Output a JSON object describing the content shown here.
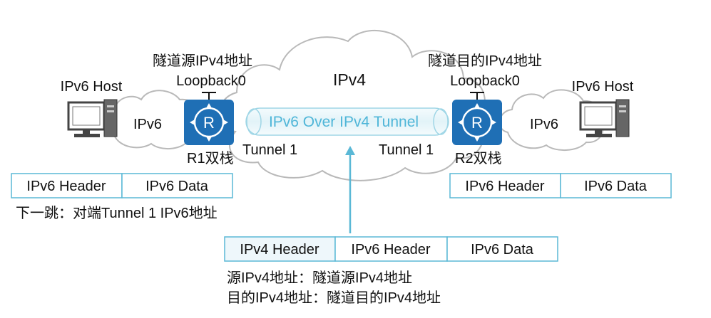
{
  "diagram": {
    "core_network_label": "IPv4",
    "tunnel_label": "IPv6 Over IPv4 Tunnel",
    "left": {
      "host_label": "IPv6 Host",
      "cloud_label": "IPv6",
      "router_label": "R1双栈",
      "tunnel_if_label": "Tunnel 1",
      "src_label": "隧道源IPv4地址",
      "loopback_label": "Loopback0",
      "router_icon_text": "R"
    },
    "right": {
      "host_label": "IPv6 Host",
      "cloud_label": "IPv6",
      "router_label": "R2双栈",
      "tunnel_if_label": "Tunnel 1",
      "dst_label": "隧道目的IPv4地址",
      "loopback_label": "Loopback0",
      "router_icon_text": "R"
    },
    "left_packet": {
      "fields": [
        "IPv6 Header",
        "IPv6 Data"
      ],
      "note": "下一跳：对端Tunnel 1 IPv6地址"
    },
    "right_packet": {
      "fields": [
        "IPv6 Header",
        "IPv6 Data"
      ]
    },
    "encap_packet": {
      "fields": [
        "IPv4 Header",
        "IPv6 Header",
        "IPv6 Data"
      ],
      "note_src": "源IPv4地址：隧道源IPv4地址",
      "note_dst": "目的IPv4地址：隧道目的IPv4地址"
    },
    "colors": {
      "cloud_stroke": "#b9b9b9",
      "router_fill": "#1f6fb5",
      "tunnel_fill": "#e6f5f9",
      "tunnel_stroke": "#9fd6e6",
      "box_stroke": "#5ab8d6",
      "ipv4_header_fill": "#eef7fb",
      "arrow": "#5ab8d6"
    }
  }
}
